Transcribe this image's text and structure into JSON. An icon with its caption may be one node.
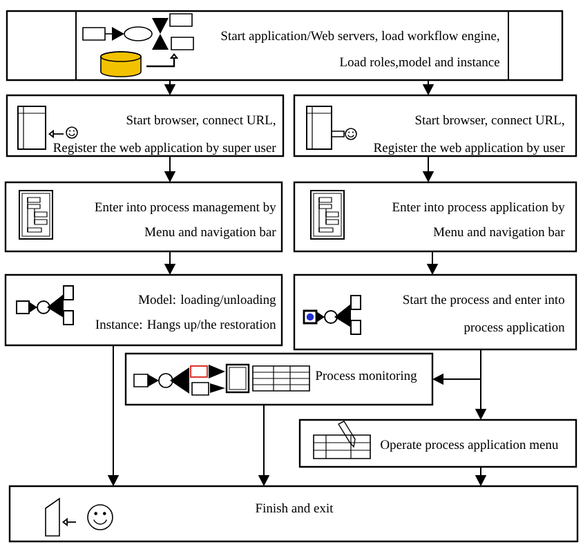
{
  "diagram": {
    "nodes": [
      {
        "text": [
          "Start application/Web servers, load workflow engine,",
          "Load roles,model and instance"
        ]
      },
      {
        "text": [
          "Start browser, connect URL,",
          "Register the web application by super user"
        ]
      },
      {
        "text": [
          "Start browser, connect URL,",
          "Register the web application by user"
        ]
      },
      {
        "text": [
          "Enter into process management by",
          "Menu and navigation bar"
        ]
      },
      {
        "text": [
          "Enter into process application by",
          "Menu and navigation bar"
        ]
      },
      {
        "text": [
          "Model: loading/unloading",
          "Instance: Hangs up/the restoration"
        ]
      },
      {
        "text": [
          "Start the process and enter into",
          "process application"
        ]
      },
      {
        "text": [
          "Process monitoring"
        ]
      },
      {
        "text": [
          "Operate process application menu"
        ]
      },
      {
        "text": [
          "Finish and exit"
        ]
      }
    ],
    "edges": [
      {
        "from": 0,
        "to": 1,
        "arrow": "to"
      },
      {
        "from": 0,
        "to": 2,
        "arrow": "to"
      },
      {
        "from": 1,
        "to": 3,
        "arrow": "to"
      },
      {
        "from": 2,
        "to": 4,
        "arrow": "to"
      },
      {
        "from": 3,
        "to": 5,
        "arrow": "to"
      },
      {
        "from": 4,
        "to": 6,
        "arrow": "to"
      },
      {
        "from": 5,
        "to": 9,
        "arrow": "to"
      },
      {
        "from": 6,
        "to": 7,
        "arrow": "to"
      },
      {
        "from": 6,
        "to": 8,
        "arrow": "to"
      },
      {
        "from": 7,
        "to": 9,
        "arrow": "to"
      },
      {
        "from": 8,
        "to": 9,
        "arrow": "to"
      }
    ]
  }
}
